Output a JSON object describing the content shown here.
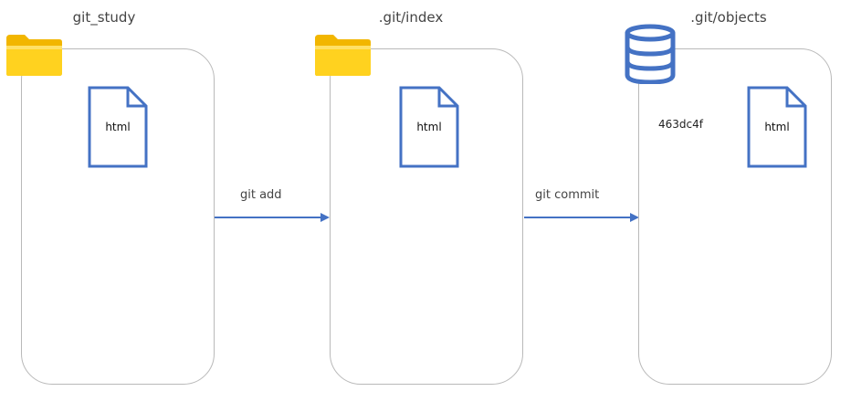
{
  "stages": [
    {
      "title": "git_study",
      "icon": "folder-icon",
      "file_label": "html"
    },
    {
      "title": ".git/index",
      "icon": "folder-icon",
      "file_label": "html"
    },
    {
      "title": ".git/objects",
      "icon": "database-icon",
      "file_label": "html",
      "hash": "463dc4f"
    }
  ],
  "arrows": [
    {
      "label": "git add"
    },
    {
      "label": "git commit"
    }
  ],
  "colors": {
    "accent": "#4472c4",
    "panel_border": "#b9b9b9",
    "folder_yellow": "#ffc800",
    "folder_light": "#ffde59"
  }
}
